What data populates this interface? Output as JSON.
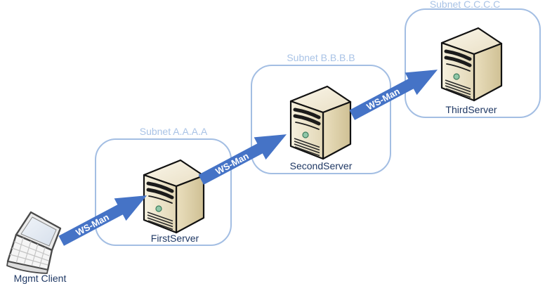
{
  "diagram": {
    "client": {
      "label": "Mgmt Client"
    },
    "subnets": [
      {
        "label": "Subnet A.A.A.A",
        "server": "FirstServer"
      },
      {
        "label": "Subnet B.B.B.B",
        "server": "SecondServer"
      },
      {
        "label": "Subnet C.C.C.C",
        "server": "ThirdServer"
      }
    ],
    "arrows": [
      {
        "label": "WS-Man"
      },
      {
        "label": "WS-Man"
      },
      {
        "label": "WS-Man"
      }
    ],
    "colors": {
      "subnet_border": "#A3BEE3",
      "subnet_label_text": "#A9C3E6",
      "node_label_text": "#1F3864",
      "arrow_fill": "#4573C6",
      "arrow_text": "#FFFFFF",
      "server_front": "#F2EBD3",
      "server_side": "#DCCFA6",
      "server_top": "#F7F2E2",
      "server_led": "#8FC7A8",
      "laptop_screen": "#E4EAF2"
    }
  }
}
